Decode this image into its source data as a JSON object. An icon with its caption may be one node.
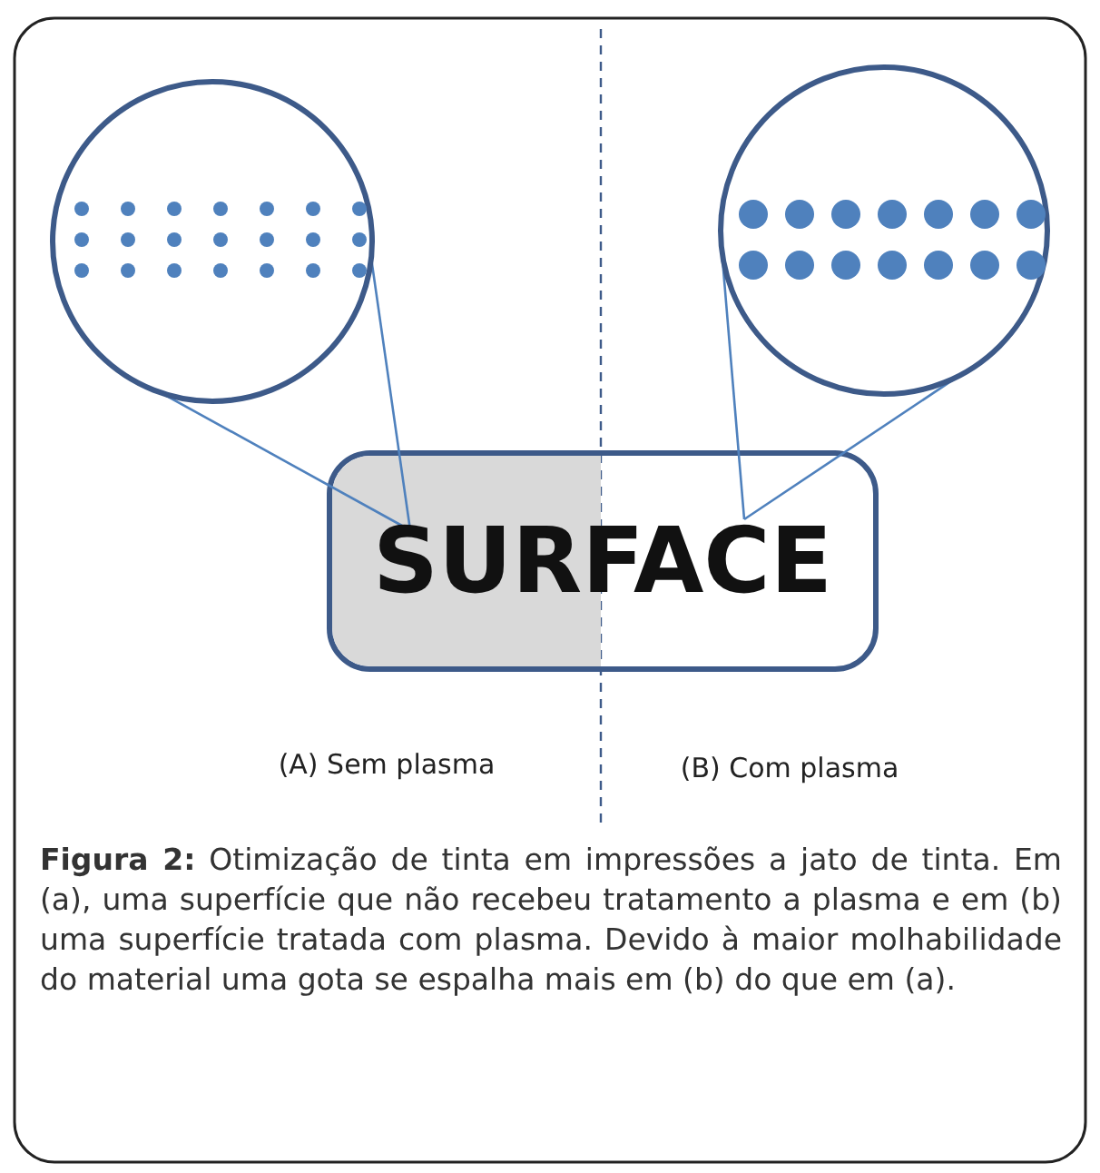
{
  "diagram": {
    "caption": "**Figura 2:** Otimização de tinta em impressões a jato de tinta. Em (a), uma superfície que não recebeu tratamento a plasma e em (b) uma superfície tratada com plasma. Devido à maior molhabilidade do material uma gota se espalha mais em (b) do que em (a).",
    "nodes": [
      {
        "text": [],
        "shape": "circle"
      },
      {
        "text": [],
        "shape": "circle"
      },
      {
        "text": [
          "SURFACE"
        ]
      }
    ],
    "edges": [
      {
        "from": 0,
        "to": 2,
        "arrow": "none"
      },
      {
        "from": 0,
        "to": 2,
        "arrow": "none"
      },
      {
        "from": 1,
        "to": 2,
        "arrow": "none"
      },
      {
        "from": 1,
        "to": 2,
        "arrow": "none"
      }
    ],
    "labels": [
      "(A) Sem plasma",
      "(B) Com plasma"
    ]
  }
}
